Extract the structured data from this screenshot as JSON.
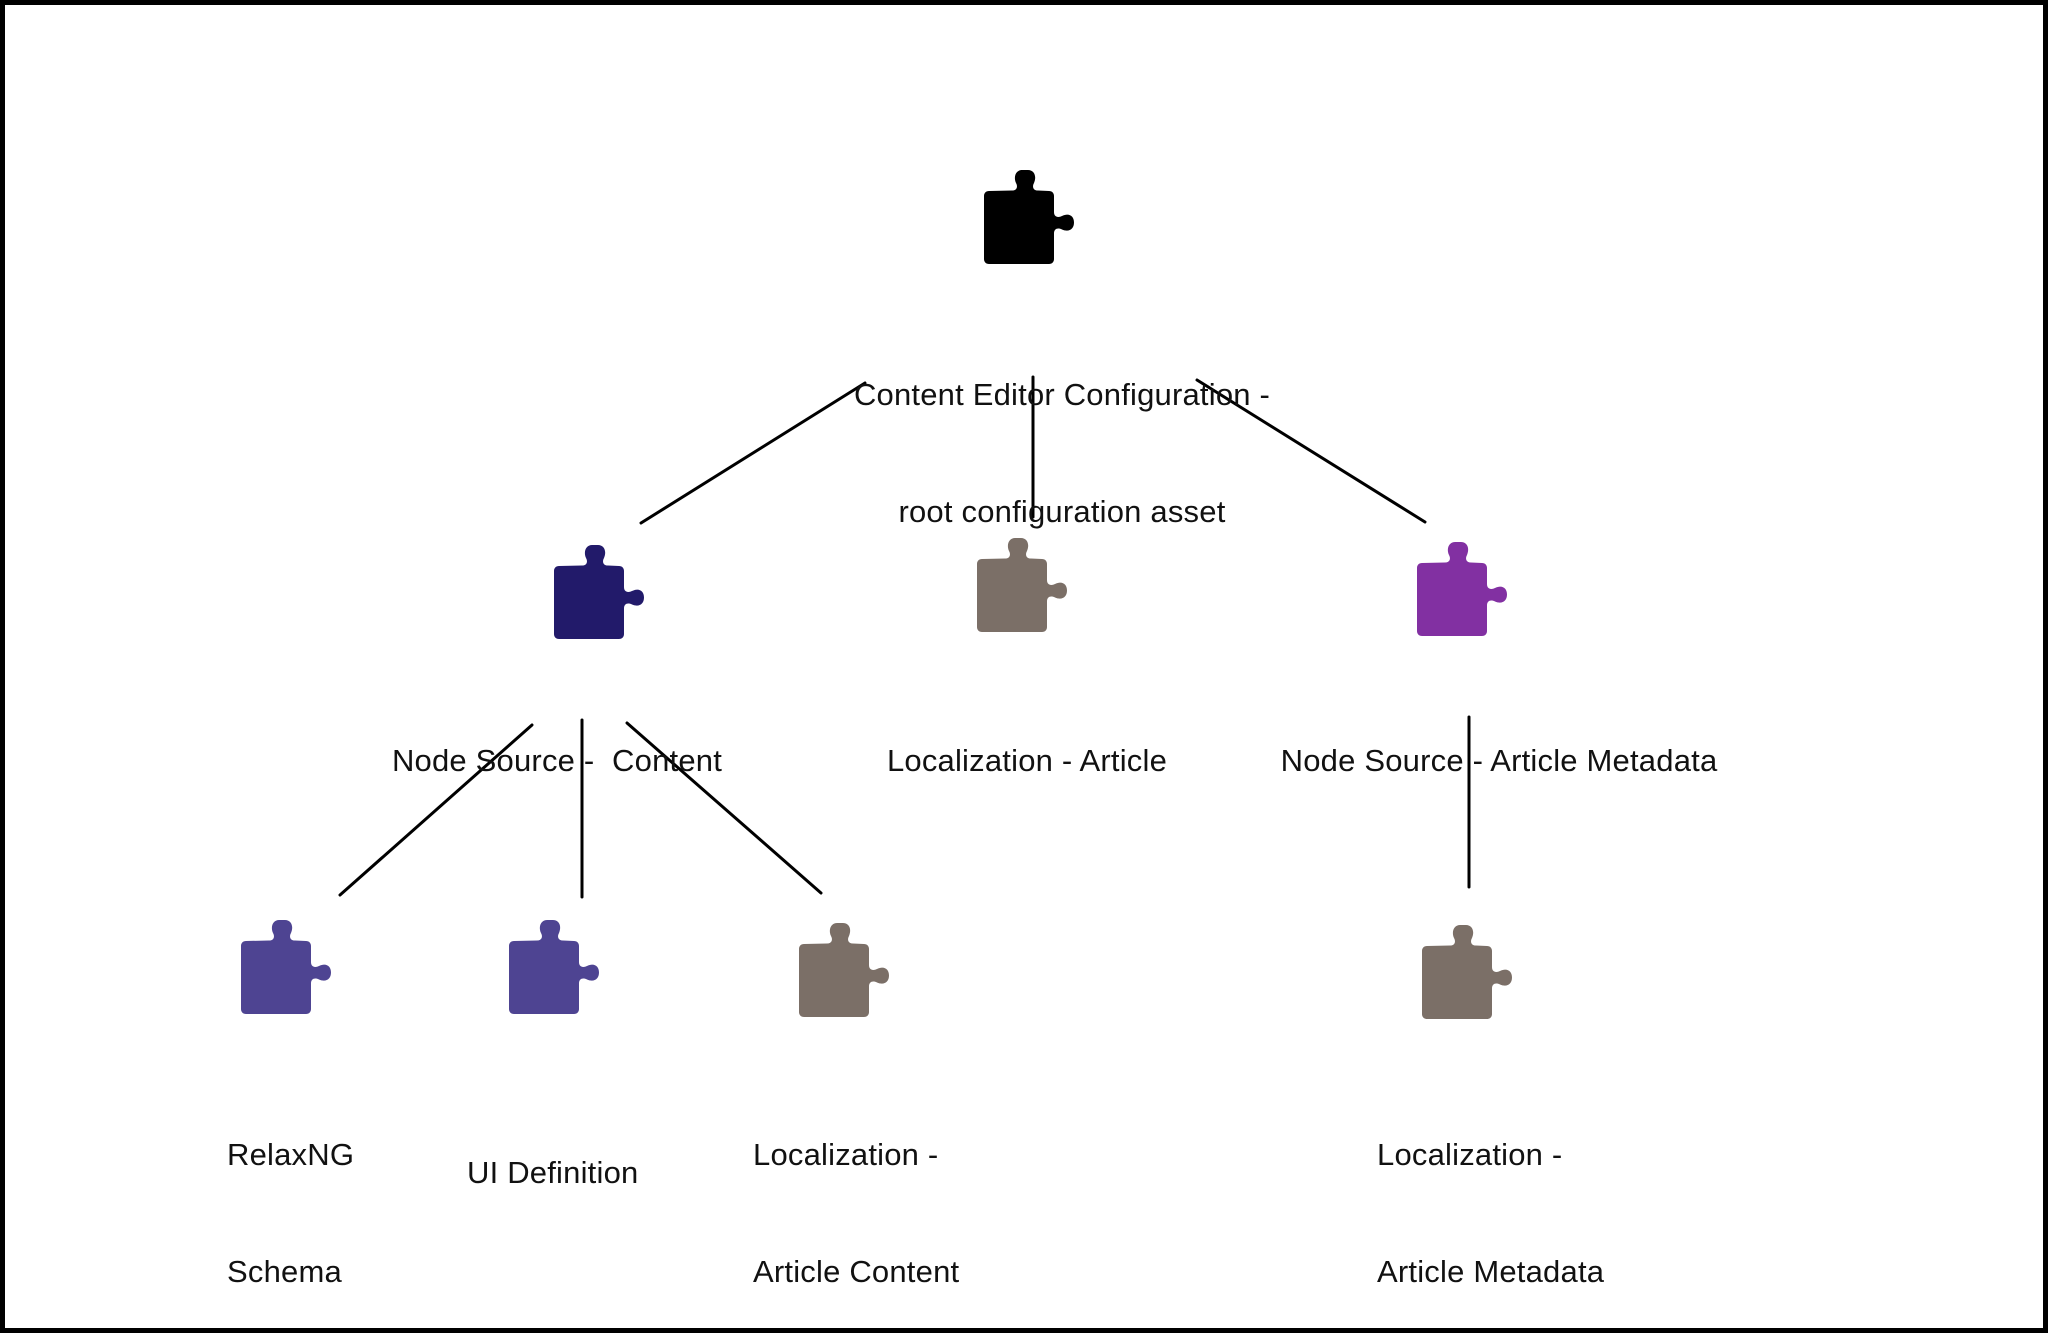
{
  "diagram": {
    "background_color": "#ffffff",
    "border_color": "#000000",
    "connector_color": "#000000",
    "nodes": {
      "root": {
        "icon": "puzzle-piece",
        "color": "#000000",
        "line1": "Content Editor Configuration -",
        "line2": "root configuration asset"
      },
      "node_source_content": {
        "icon": "puzzle-piece",
        "color": "#221a6a",
        "line1": "Node Source -  Content"
      },
      "localization_article": {
        "icon": "puzzle-piece",
        "color": "#7b6f67",
        "line1": "Localization - Article"
      },
      "node_source_article_metadata": {
        "icon": "puzzle-piece",
        "color": "#8230a2",
        "line1": "Node Source - Article Metadata"
      },
      "relaxng_schema": {
        "icon": "puzzle-piece",
        "color": "#4e4492",
        "line1": "RelaxNG",
        "line2": "Schema"
      },
      "ui_definition": {
        "icon": "puzzle-piece",
        "color": "#4e4492",
        "line1": "UI Definition"
      },
      "localization_article_content": {
        "icon": "puzzle-piece",
        "color": "#7b6f67",
        "line1": "Localization -",
        "line2": "Article Content"
      },
      "localization_article_metadata": {
        "icon": "puzzle-piece",
        "color": "#7b6f67",
        "line1": "Localization -",
        "line2": "Article Metadata"
      }
    },
    "edges": [
      {
        "from": "root",
        "to": "node_source_content"
      },
      {
        "from": "root",
        "to": "localization_article"
      },
      {
        "from": "root",
        "to": "node_source_article_metadata"
      },
      {
        "from": "node_source_content",
        "to": "relaxng_schema"
      },
      {
        "from": "node_source_content",
        "to": "ui_definition"
      },
      {
        "from": "node_source_content",
        "to": "localization_article_content"
      },
      {
        "from": "node_source_article_metadata",
        "to": "localization_article_metadata"
      }
    ]
  }
}
